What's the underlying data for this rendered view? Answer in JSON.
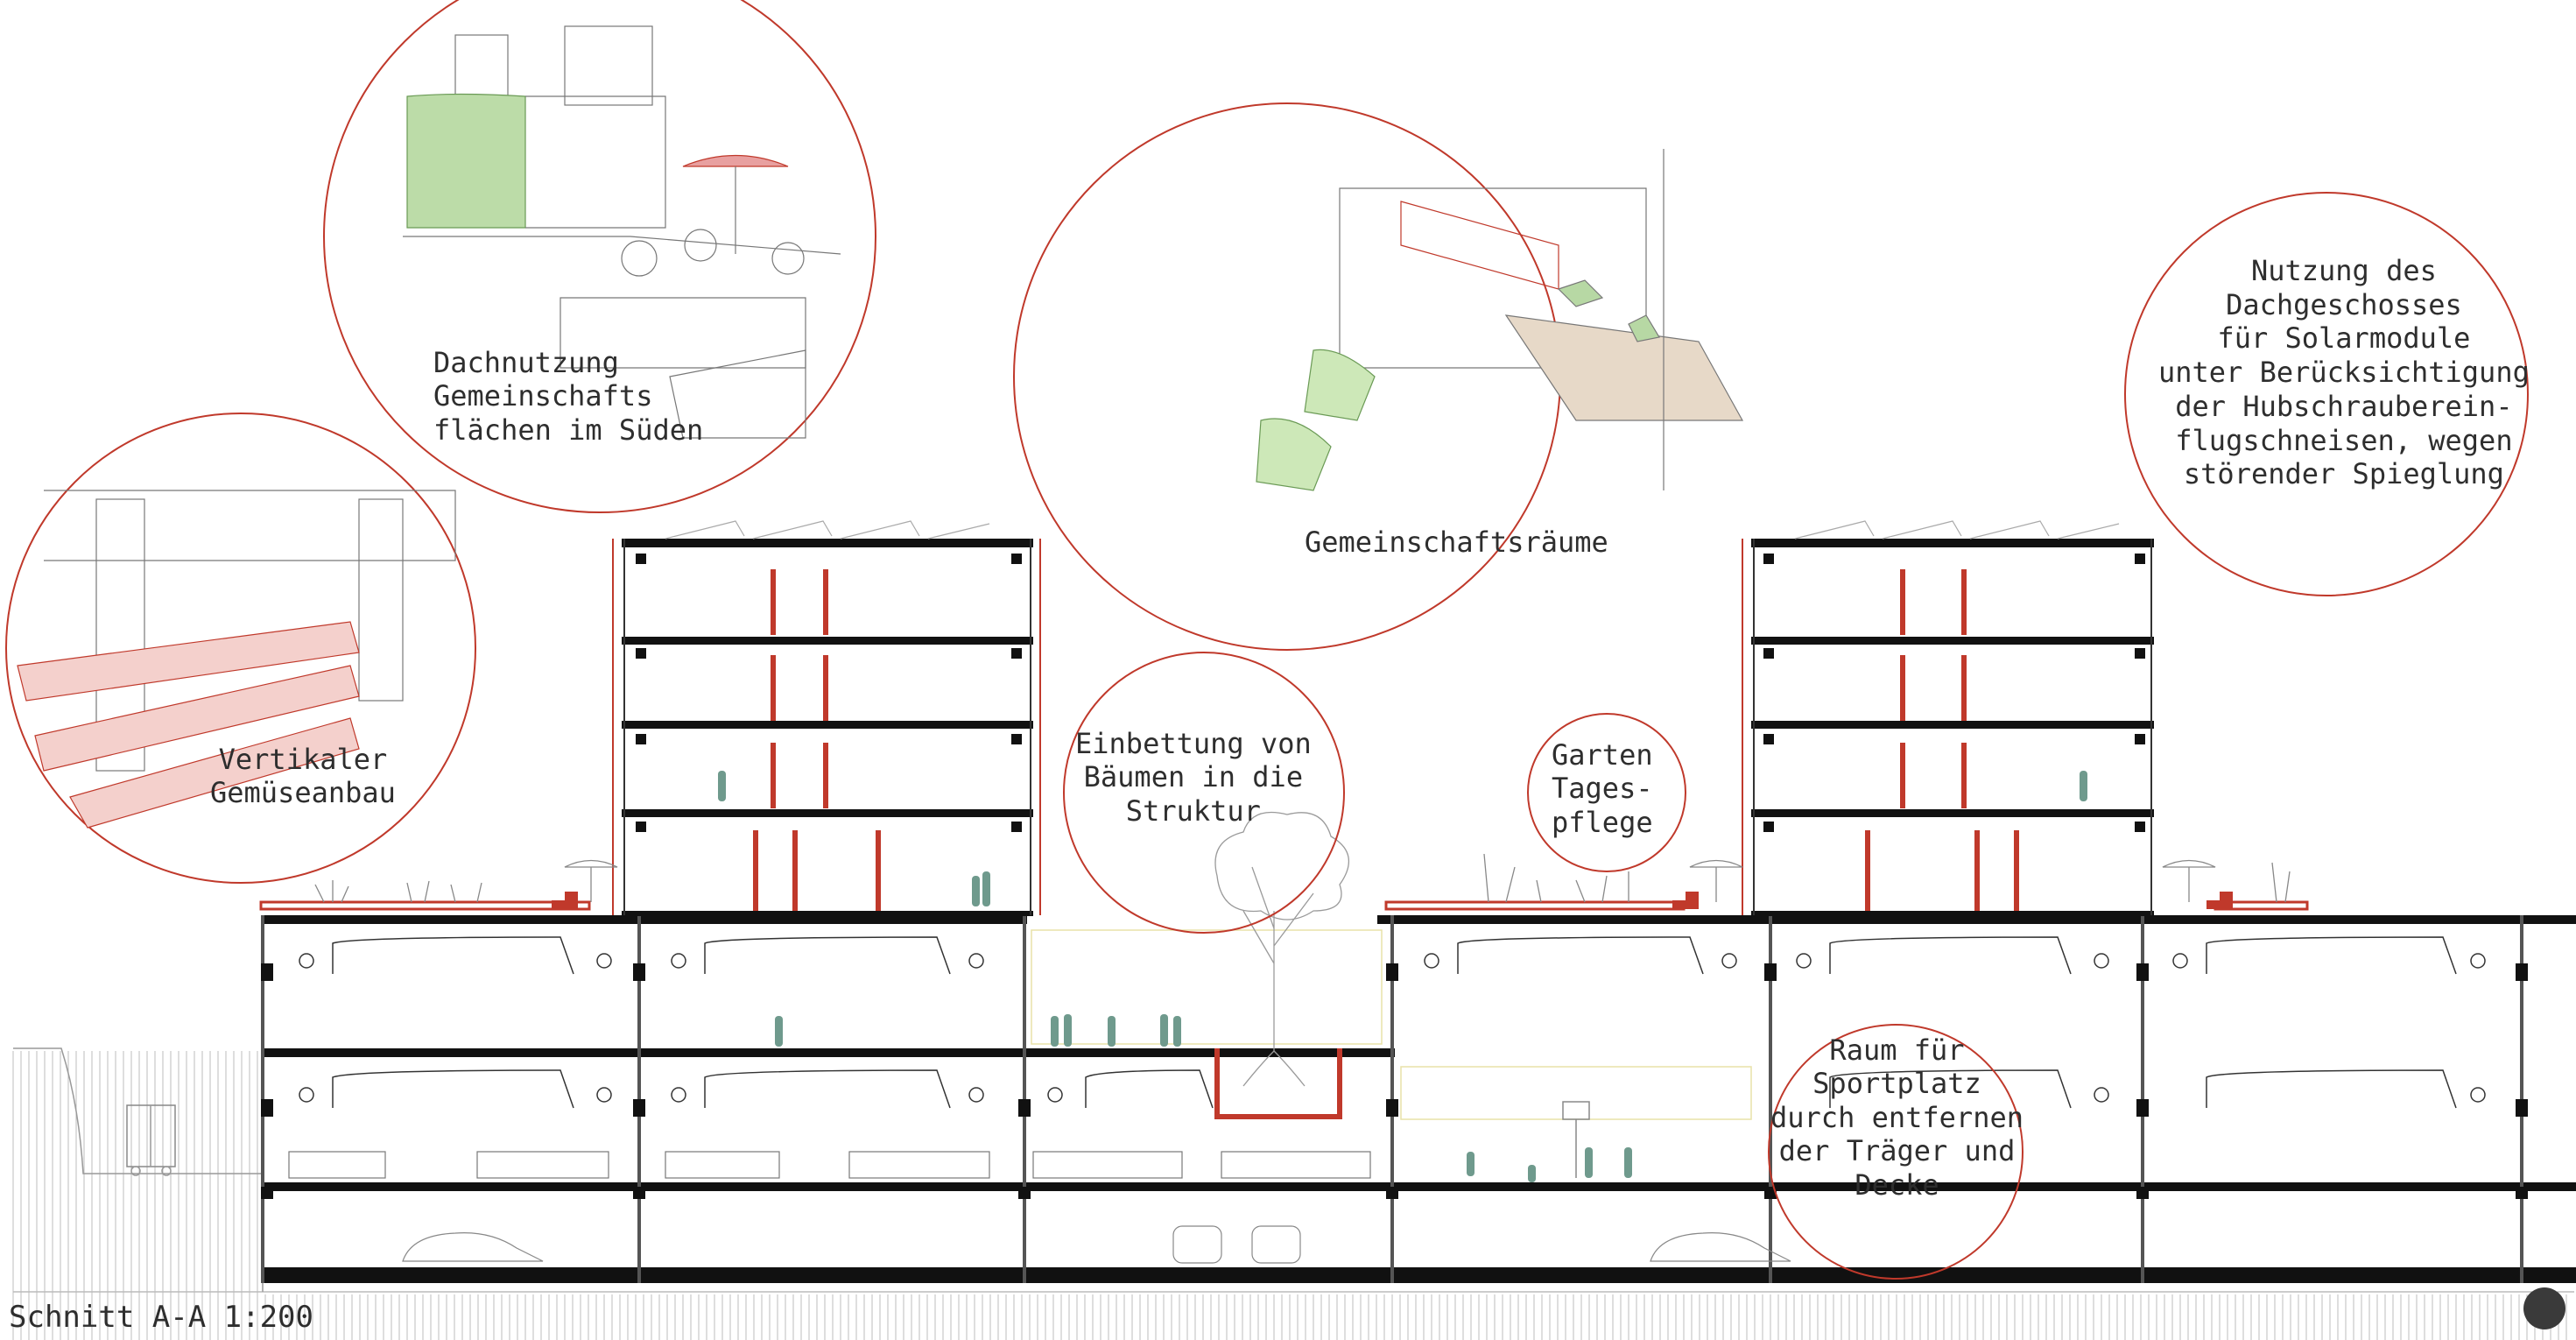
{
  "section_title": "Schnitt A-A 1:200",
  "annotations": {
    "roof_use": "Dachnutzung\nGemeinschafts\nflächen im Süden",
    "vertical_farming": "Vertikaler\nGemüseanbau",
    "community_rooms": "Gemeinschaftsräume",
    "solar_roof": "Nutzung des\nDachgeschosses\nfür Solarmodule\nunter Berücksichtigung\nder Hubschrauberein-\nflugschneisen, wegen\nstörender Spieglung",
    "trees": "Einbettung von\nBäumen in die\nStruktur",
    "garden": "Garten\nTages-\npflege",
    "sports": "Raum für\nSportplatz\ndurch entfernen\nder Träger und\nDecke"
  },
  "colors": {
    "accent_red": "#c0392b",
    "line_dark": "#111111",
    "sketch_grey": "#8a8a8a",
    "plant_green": "#7fbf6a",
    "figure_teal": "#6f9a8d"
  },
  "icons": {
    "scan_button": "scan-icon"
  }
}
